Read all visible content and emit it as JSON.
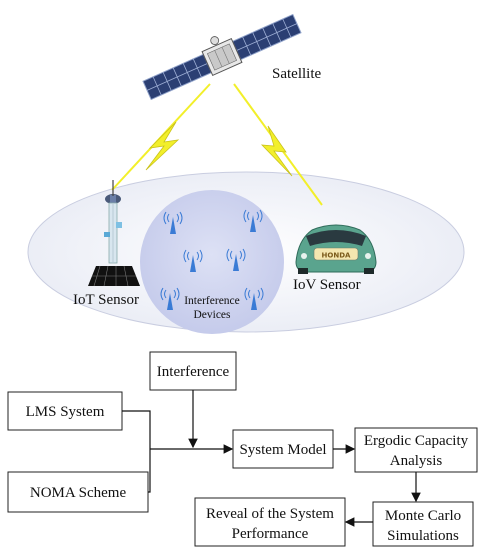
{
  "scene": {
    "satellite_label": "Satellite",
    "iot_label": "IoT Sensor",
    "iov_label": "IoV Sensor",
    "interference_label_line1": "Interference",
    "interference_label_line2": "Devices",
    "car_plate": "HONDA"
  },
  "flowchart": {
    "interference": "Interference",
    "lms_system": "LMS System",
    "noma_scheme": "NOMA Scheme",
    "system_model": "System Model",
    "ergodic_line1": "Ergodic Capacity",
    "ergodic_line2": "Analysis",
    "monte_line1": "Monte Carlo",
    "monte_line2": "Simulations",
    "reveal_line1": "Reveal of the System",
    "reveal_line2": "Performance"
  },
  "colors": {
    "ellipse_fill": "#eef0f7",
    "interference_zone": "#cdd3ee",
    "lightning": "#f2ef2a",
    "antenna": "#3a7bd5",
    "satellite_panel": "#2b3f73"
  }
}
